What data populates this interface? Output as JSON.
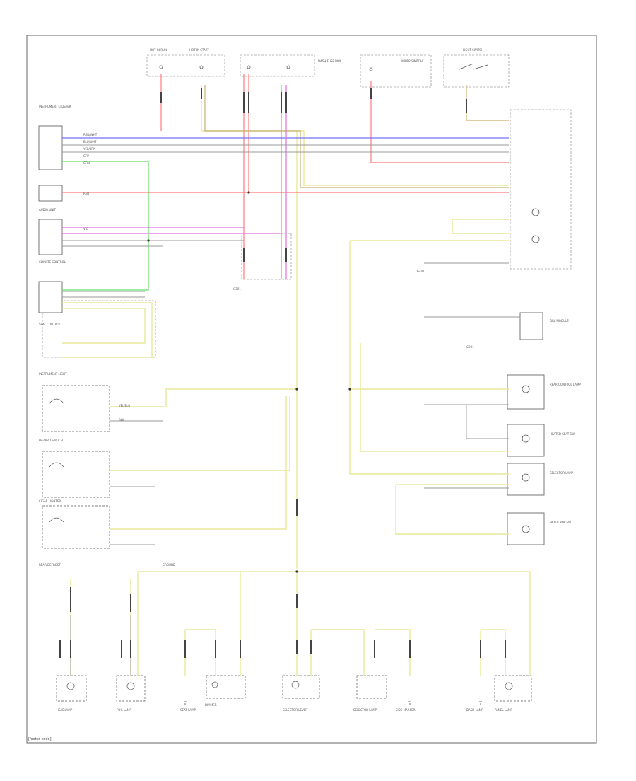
{
  "diagram": {
    "footer_code": "[footer code]",
    "colors": {
      "red": "#ff6b6b",
      "pink": "#ff8a9a",
      "yellow": "#e8e89a",
      "olive": "#c9b070",
      "blue": "#6b6bff",
      "green": "#66dd66",
      "magenta": "#e070e0",
      "black": "#222222",
      "box": "#666666"
    },
    "tiny_labels": {
      "fuse_a": "HOT IN RUN",
      "fuse_b": "HOT IN START",
      "dash_box": "DASH FUSE BOX",
      "wiper": "WIPER SWITCH",
      "light_switch": "LIGHT SWITCH",
      "module_1": "INSTRUMENT CLUSTER",
      "module_2": "AUDIO UNIT",
      "module_3": "CLIMATE CONTROL",
      "module_4": "SEAT CONTROL",
      "left_1": "INSTRUMENT LIGHT",
      "left_2": "HAZARD SWITCH",
      "left_3": "CIGAR LIGHTER",
      "bottom_label": "REAR DEFROST",
      "right_1": "DRL MODULE",
      "right_2": "REAR CONTROL LAMP",
      "right_3": "HEATED SEAT SW",
      "right_4": "SELECTOR LAMP",
      "right_5": "HEADLAMP SW",
      "bot_1": "HEADLAMP",
      "bot_2": "FOG LAMP",
      "bot_3": "SEAT LAMP",
      "bot_4": "SELECTOR LEVER",
      "bot_5": "SELECTOR LAMP",
      "bot_6": "SIDE MARKER",
      "bot_7": "DASH LAMP",
      "bot_8": "PANEL LAMP",
      "bot_9": "DIMMER",
      "bot_10": "GROUND",
      "g1": "G201",
      "g2": "G301",
      "g3": "G401",
      "wire_1": "RED/WHT",
      "wire_2": "BLU/WHT",
      "wire_3": "YEL/BRN",
      "wire_4": "GRY",
      "wire_5": "GRN",
      "wire_6": "YEL/BLU",
      "wire_7": "BLK",
      "wire_8": "RED",
      "wire_9": "VIO"
    }
  }
}
